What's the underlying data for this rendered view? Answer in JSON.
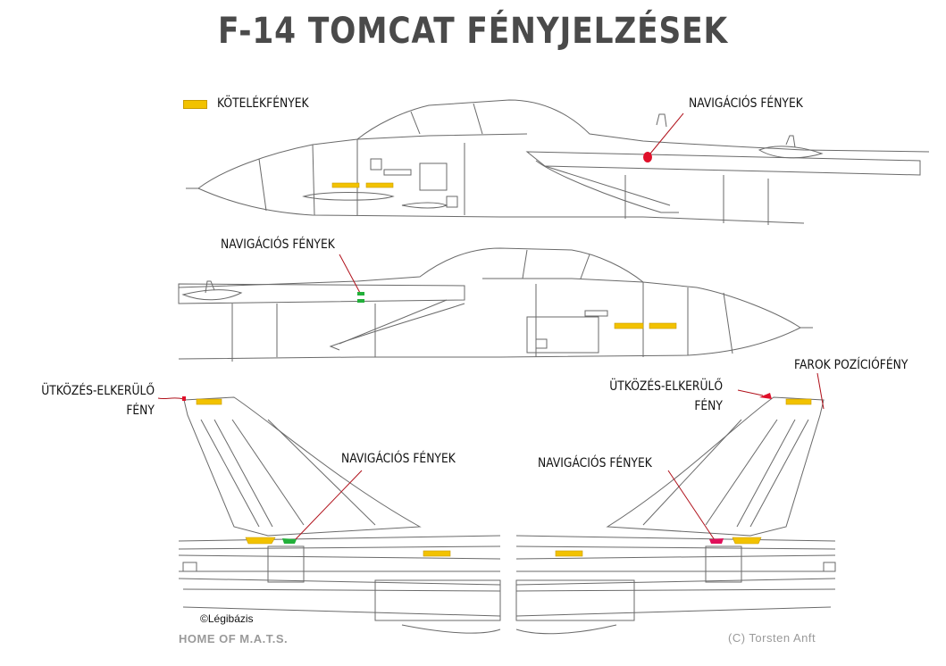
{
  "title": "F-14 TOMCAT FÉNYJELZÉSEK",
  "legend": {
    "formation_lights_label": "KÖTELÉKFÉNYEK",
    "formation_lights_color": "#f2c200"
  },
  "labels": {
    "nav_lights_top_view1": "NAVIGÁCIÓS FÉNYEK",
    "nav_lights_view2": "NAVIGÁCIÓS FÉNYEK",
    "anti_collision_left_line1": "ÜTKÖZÉS-ELKERÜLŐ",
    "anti_collision_left_line2": "FÉNY",
    "anti_collision_right_line1": "ÜTKÖZÉS-ELKERÜLŐ",
    "anti_collision_right_line2": "FÉNY",
    "tail_position_light": "FAROK POZÍCIÓFÉNY",
    "nav_lights_left_tail": "NAVIGÁCIÓS FÉNYEK",
    "nav_lights_right_tail": "NAVIGÁCIÓS FÉNYEK"
  },
  "colors": {
    "formation": "#f2c200",
    "nav_red": "#e0102a",
    "nav_green": "#22b03a",
    "nav_magenta": "#e0105a",
    "leader": "#b0101a",
    "outline": "#6a6a6a"
  },
  "credits": {
    "copyright_legibazis": "©Légibázis",
    "home_of_mats": "HOME OF M.A.T.S.",
    "artist": "(C) Torsten Anft"
  }
}
